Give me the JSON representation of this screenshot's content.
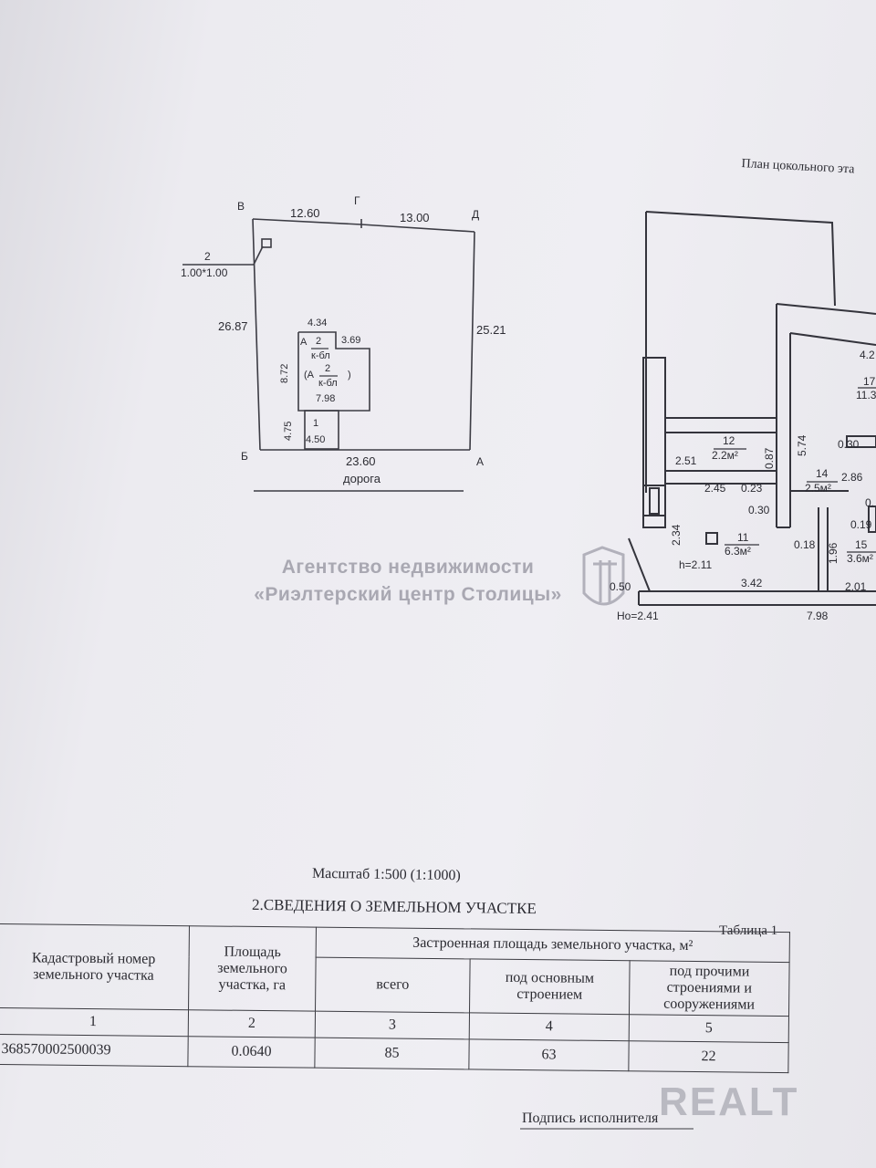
{
  "plan_title": "План цокольного эта",
  "site": {
    "points": {
      "v": "В",
      "g": "Г",
      "d": "Д",
      "b": "Б",
      "a": "А"
    },
    "dims": {
      "top_left": "12.60",
      "top_right": "13.00",
      "left": "26.87",
      "right": "25.21",
      "bottom": "23.60"
    },
    "road": "дорога",
    "small_num": "2",
    "small_size": "1.00*1.00",
    "bld": {
      "w_top": "4.34",
      "step": "3.69",
      "h": "8.72",
      "w_bot": "7.98",
      "a1": "А",
      "n1": "2",
      "m1": "к-бл",
      "a2": "(А",
      "n2": "2",
      "m2": "к-бл",
      "close": ")",
      "porch_num": "1",
      "porch_h": "4.75",
      "porch_w": "4.50"
    }
  },
  "floor": {
    "d251": "2.51",
    "d245": "2.45",
    "d234": "2.34",
    "d023": "0.23",
    "d087": "0.87",
    "d574": "5.74",
    "d030a": "0.30",
    "d030b": "0.30",
    "d286": "2.86",
    "d018": "0.18",
    "d196": "1.96",
    "d019": "0.19",
    "d342": "3.42",
    "d201": "2.01",
    "d050": "0.50",
    "d798": "7.98",
    "d42": "4.2",
    "r17": "17",
    "r113": "11.3",
    "d0": "0.",
    "h": "h=2.11",
    "ho": "Ho=2.41",
    "r12n": "12",
    "r12a": "2.2м²",
    "r14n": "14",
    "r14a": "2.5м²",
    "r11n": "11",
    "r11a": "6.3м²",
    "r15n": "15",
    "r15a": "3.6м²"
  },
  "watermark": {
    "line1": "Агентство недвижимости",
    "line2": "«Риэлтерский центр Столицы»"
  },
  "scale": "Масштаб 1:500 (1:1000)",
  "section_title": "2.СВЕДЕНИЯ О ЗЕМЕЛЬНОМ УЧАСТКЕ",
  "table_label": "Таблица 1",
  "table": {
    "h_cad": "Кадастровый номер земельного участка",
    "h_area": "Площадь земельного участка, га",
    "h_built": "Застроенная площадь земельного участка, м²",
    "h_total": "всего",
    "h_main": "под основным строением",
    "h_other": "под прочими строениями и сооружениями",
    "nums": [
      "1",
      "2",
      "3",
      "4",
      "5"
    ],
    "row": {
      "cad": "368570002500039",
      "area": "0.0640",
      "total": "85",
      "main": "63",
      "other": "22"
    }
  },
  "signature": "Подпись исполнителя",
  "brand": "REALT"
}
